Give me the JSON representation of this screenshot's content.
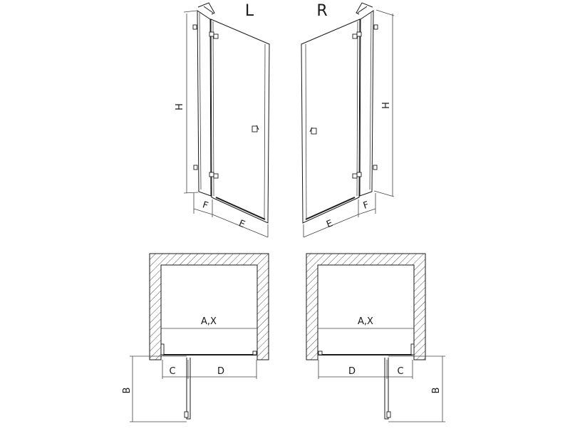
{
  "views": {
    "left_label": "L",
    "right_label": "R"
  },
  "dimensions": {
    "height": "H",
    "fixed_width": "F",
    "door_width": "E",
    "width_range": "A,X",
    "fixed_panel": "C",
    "door_panel": "D",
    "door_swing": "B"
  }
}
